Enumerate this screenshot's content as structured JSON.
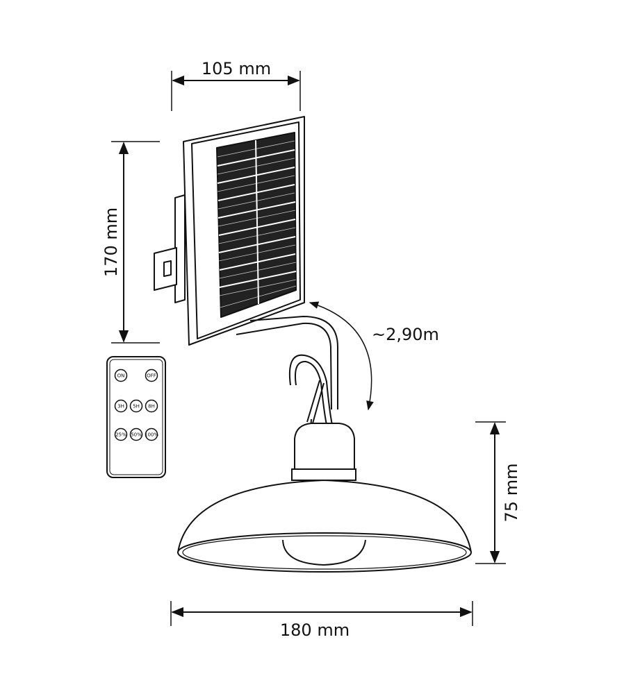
{
  "dimensions": {
    "panel_width": "105 mm",
    "panel_height": "170 mm",
    "cable_length": "~2,90m",
    "lamp_height": "75 mm",
    "lamp_width": "180 mm"
  },
  "remote": {
    "buttons": [
      "ON",
      "OFF",
      "3H",
      "5H",
      "8H",
      "25%",
      "50%",
      "100%"
    ]
  },
  "colors": {
    "stroke": "#111111",
    "background": "#ffffff"
  }
}
